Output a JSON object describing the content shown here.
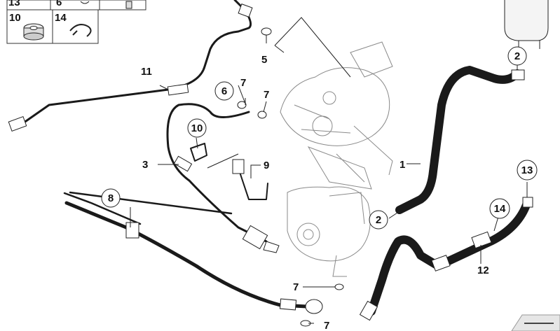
{
  "diagram": {
    "callouts": {
      "c1": "1",
      "c2a": "2",
      "c2b": "2",
      "c3": "3",
      "c5": "5",
      "c6": "6",
      "c7a": "7",
      "c7b": "7",
      "c7c": "7",
      "c7d": "7",
      "c8": "8",
      "c9": "9",
      "c10": "10",
      "c11": "11",
      "c12": "12",
      "c13": "13",
      "c14": "14"
    },
    "inset": {
      "row1": [
        "13",
        "6"
      ],
      "row2": [
        "10",
        "14"
      ]
    }
  }
}
